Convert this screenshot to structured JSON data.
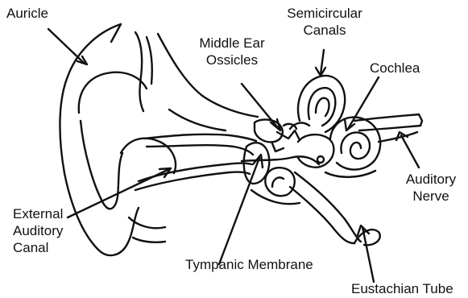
{
  "labels": {
    "auricle": "Auricle",
    "semicircular_canals": [
      "Semicircular",
      "Canals"
    ],
    "middle_ear_ossicles": [
      "Middle Ear",
      "Ossicles"
    ],
    "cochlea": "Cochlea",
    "auditory_nerve": [
      "Auditory",
      "Nerve"
    ],
    "external_auditory_canal": [
      "External",
      "Auditory",
      "Canal"
    ],
    "tympanic_membrane": "Tympanic Membrane",
    "eustachian_tube": "Eustachian Tube"
  },
  "colors": {
    "line": "#111111",
    "background": "#ffffff"
  }
}
